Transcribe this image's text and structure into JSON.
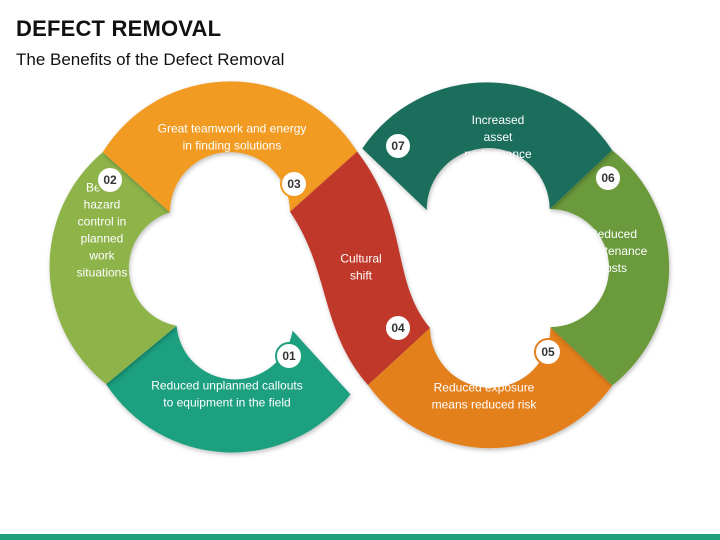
{
  "title": "DEFECT REMOVAL",
  "subtitle": "The Benefits of the Defect Removal",
  "colors": {
    "footer": "#1fa07f",
    "badge_text": "#333333"
  },
  "segments": [
    {
      "number": "01",
      "lines": [
        "Reduced unplanned callouts",
        "to equipment in the field"
      ],
      "color": "#1fa07f"
    },
    {
      "number": "02",
      "lines": [
        "Better",
        "hazard",
        "control in",
        "planned",
        "work",
        "situations"
      ],
      "color": "#8db34a"
    },
    {
      "number": "03",
      "lines": [
        "Great teamwork and energy",
        "in finding solutions"
      ],
      "color": "#f29b22"
    },
    {
      "number": "04",
      "lines": [
        "Cultural",
        "shift"
      ],
      "color": "#c0392b"
    },
    {
      "number": "05",
      "lines": [
        "Reduced exposure",
        "means reduced risk"
      ],
      "color": "#e4801f"
    },
    {
      "number": "06",
      "lines": [
        "Reduced",
        "maintenance",
        "costs"
      ],
      "color": "#6b9a3a"
    },
    {
      "number": "07",
      "lines": [
        "Increased",
        "asset",
        "performance"
      ],
      "color": "#1b6e5c"
    }
  ]
}
